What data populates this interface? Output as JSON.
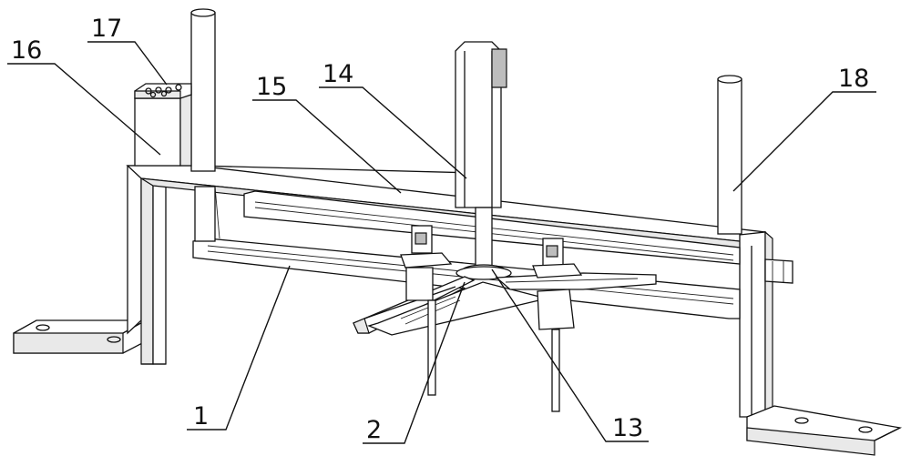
{
  "callouts": [
    {
      "id": "1",
      "text": "1"
    },
    {
      "id": "2",
      "text": "2"
    },
    {
      "id": "13",
      "text": "13"
    },
    {
      "id": "14",
      "text": "14"
    },
    {
      "id": "15",
      "text": "15"
    },
    {
      "id": "16",
      "text": "16"
    },
    {
      "id": "17",
      "text": "17"
    },
    {
      "id": "18",
      "text": "18"
    }
  ]
}
